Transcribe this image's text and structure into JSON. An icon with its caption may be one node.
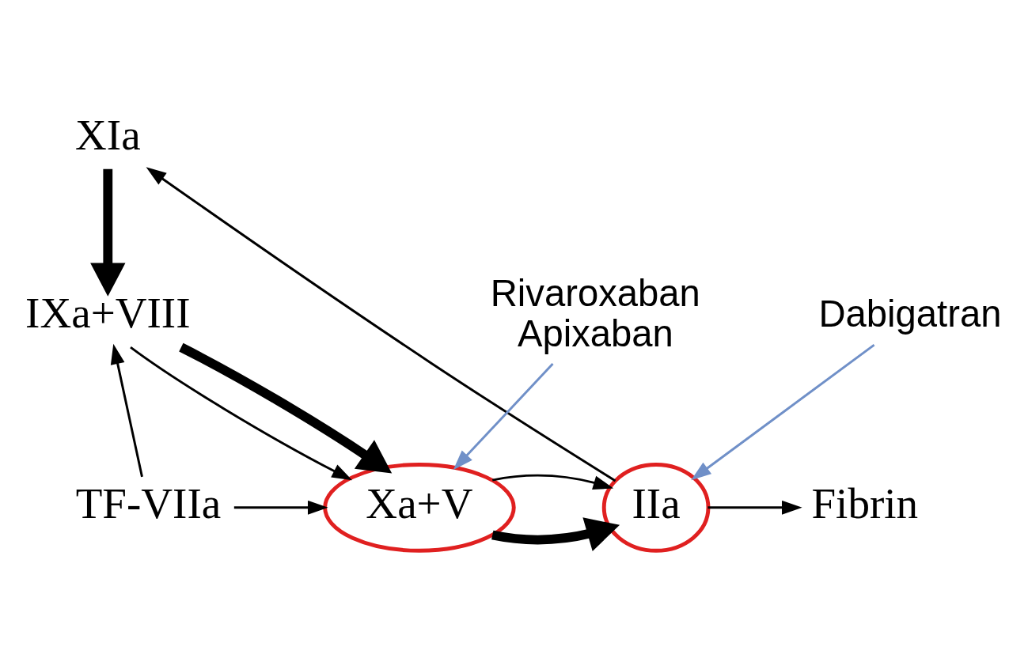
{
  "diagram": {
    "nodes": [
      {
        "text": [
          "XIa"
        ]
      },
      {
        "text": [
          "IXa+VIII"
        ]
      },
      {
        "text": [
          "TF-VIIa"
        ]
      },
      {
        "text": [
          "Xa+V"
        ]
      },
      {
        "text": [
          "IIa"
        ]
      },
      {
        "text": [
          "Fibrin"
        ]
      },
      {
        "text": [
          "Rivaroxaban",
          "Apixaban"
        ]
      },
      {
        "text": [
          "Dabigatran"
        ]
      }
    ],
    "edges": [
      {
        "from": 0,
        "to": 1,
        "arrow": "to",
        "style": "thick"
      },
      {
        "from": 2,
        "to": 1,
        "arrow": "to"
      },
      {
        "from": 2,
        "to": 3,
        "arrow": "to"
      },
      {
        "from": 1,
        "to": 3,
        "arrow": "to"
      },
      {
        "from": 1,
        "to": 3,
        "arrow": "to",
        "style": "thick"
      },
      {
        "from": 3,
        "to": 4,
        "arrow": "to",
        "style": "thick"
      },
      {
        "from": 3,
        "to": 4,
        "arrow": "to"
      },
      {
        "from": 4,
        "to": 5,
        "arrow": "to"
      },
      {
        "from": 4,
        "to": 0,
        "arrow": "to"
      },
      {
        "from": 6,
        "to": 3,
        "arrow": "to",
        "color": "#7090c8"
      },
      {
        "from": 7,
        "to": 4,
        "arrow": "to",
        "color": "#7090c8"
      }
    ]
  }
}
